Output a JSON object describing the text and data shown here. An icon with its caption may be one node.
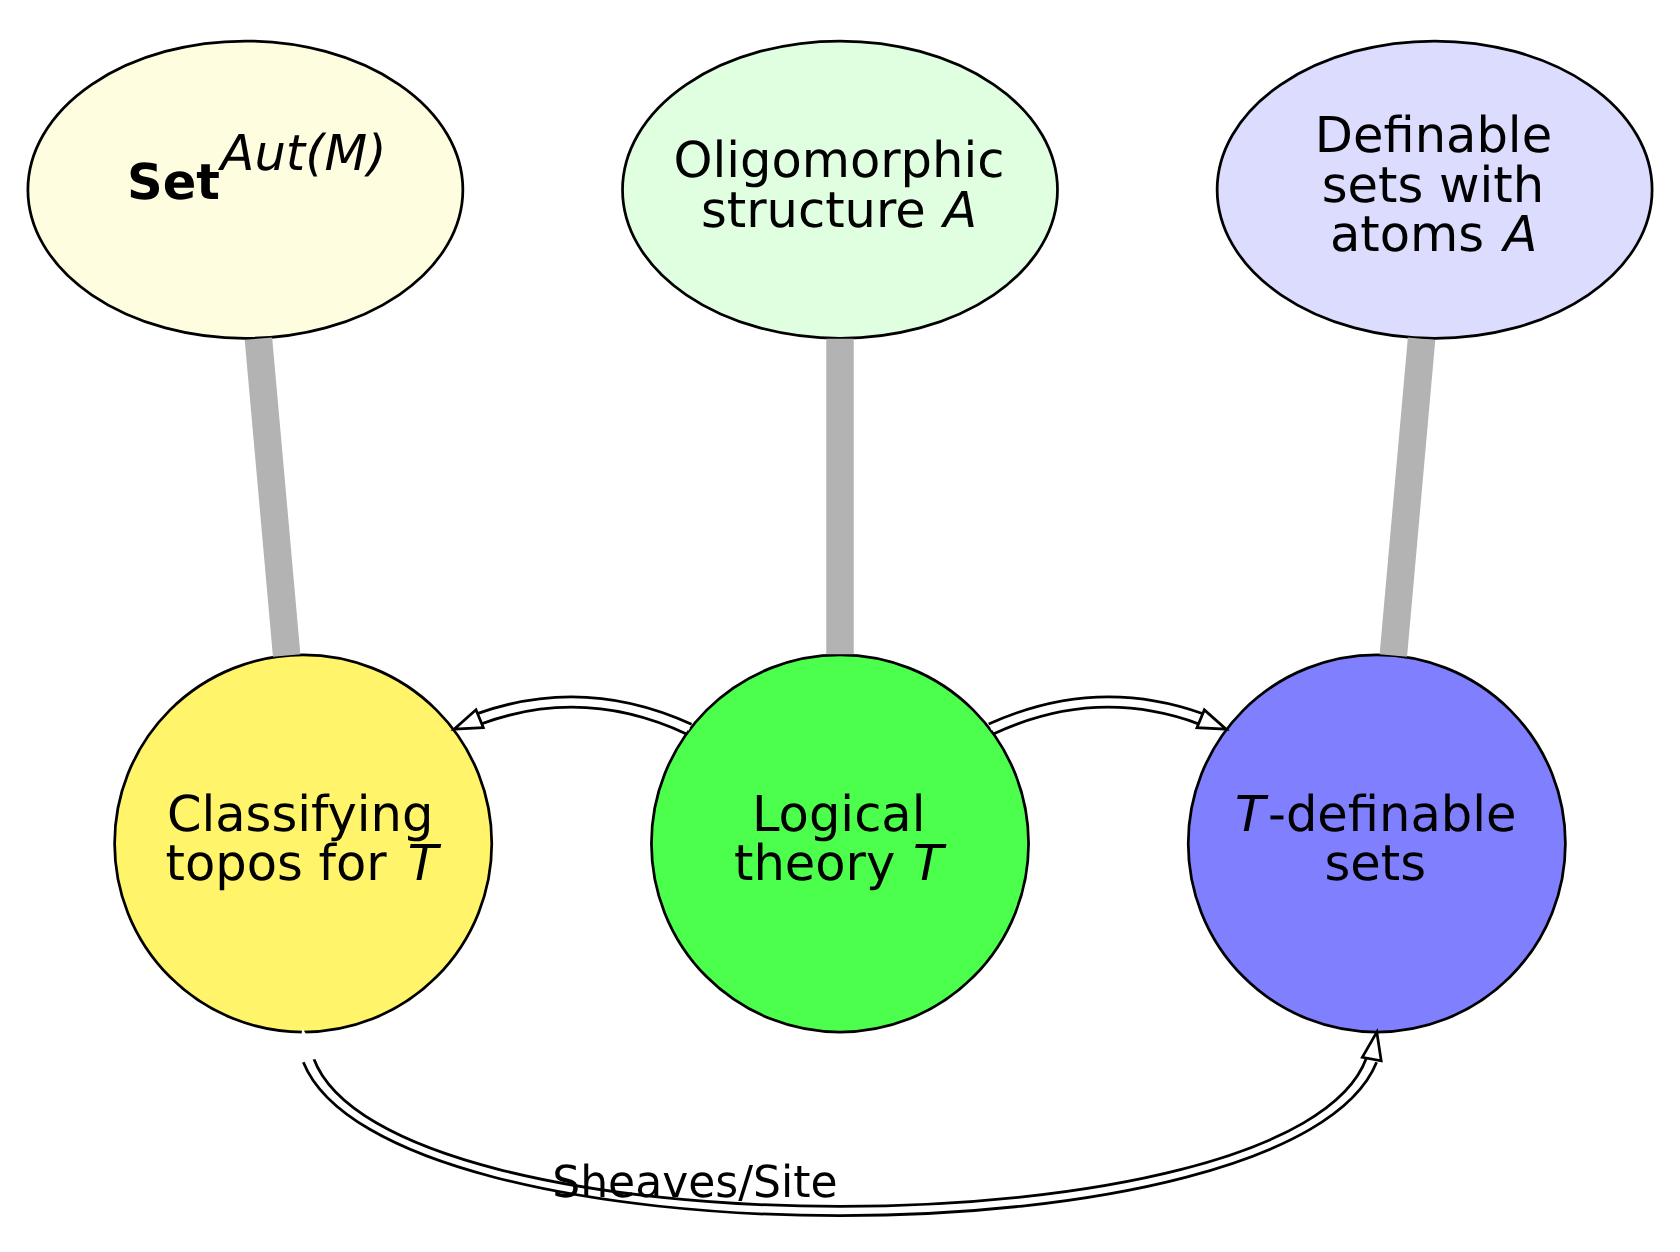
{
  "diagram": {
    "nodes": [
      {
        "text": [
          "**Set**$^{Aut(M)}$"
        ]
      },
      {
        "text": [
          "Oligomorphic structure *A*"
        ]
      },
      {
        "text": [
          "Definable sets with atoms *A*"
        ]
      },
      {
        "text": [
          "Classifying topos for *T*"
        ]
      },
      {
        "text": [
          "Logical theory *T*"
        ]
      },
      {
        "text": [
          "*T*-definable sets"
        ]
      }
    ],
    "edges": [
      {
        "from": 0,
        "to": 3,
        "arrow": "none",
        "style": "thick",
        "color": "#b3b3b3"
      },
      {
        "from": 1,
        "to": 4,
        "arrow": "none",
        "style": "thick",
        "color": "#b3b3b3"
      },
      {
        "from": 2,
        "to": 5,
        "arrow": "none",
        "style": "thick",
        "color": "#b3b3b3"
      },
      {
        "from": 4,
        "to": 3,
        "arrow": "to",
        "color": "#000000"
      },
      {
        "from": 4,
        "to": 5,
        "arrow": "to",
        "color": "#000000"
      },
      {
        "from": 3,
        "to": 5,
        "arrow": "both",
        "label": "Sheaves/Site",
        "color": "#000000"
      }
    ]
  }
}
